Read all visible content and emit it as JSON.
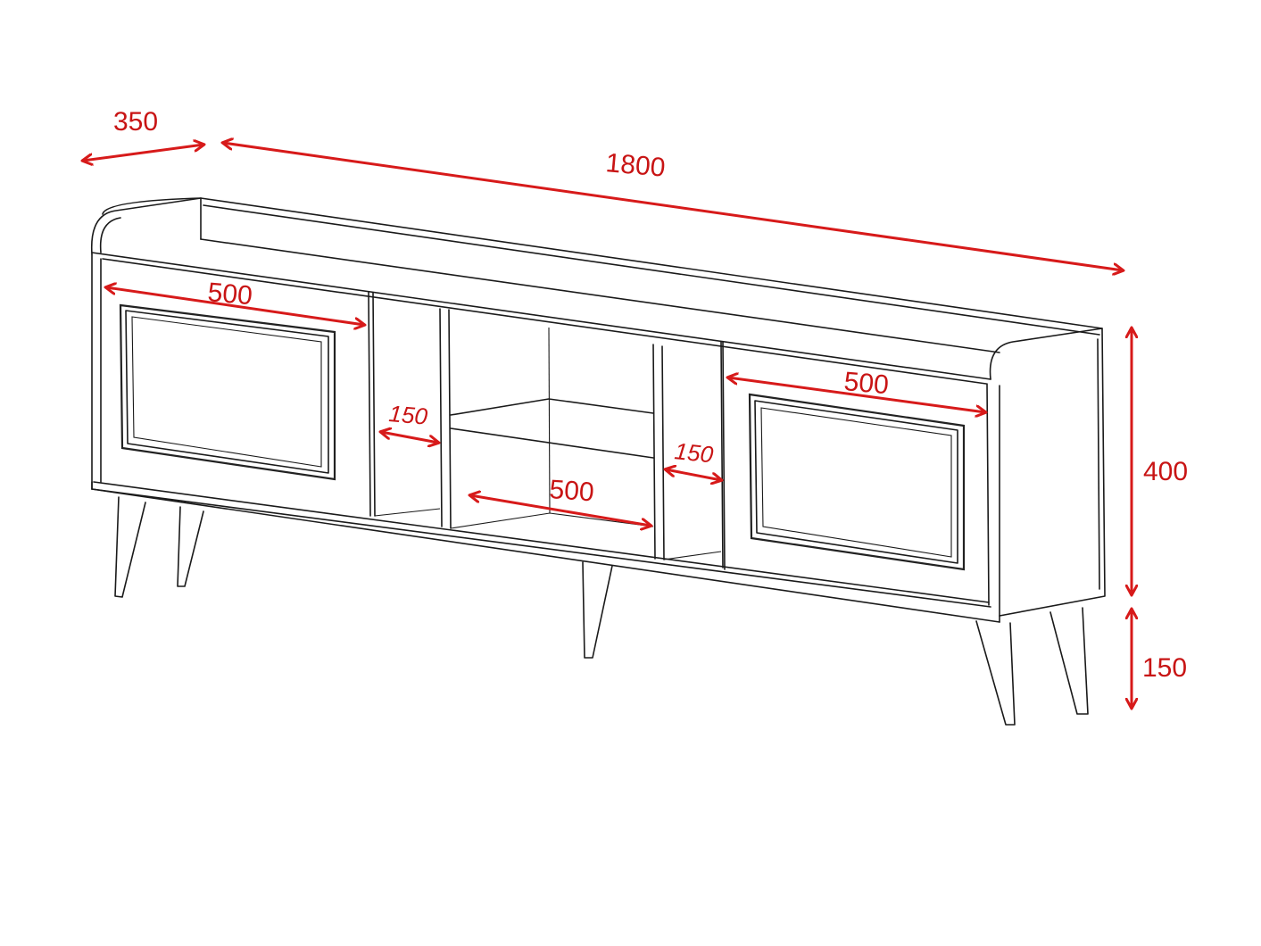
{
  "diagram": {
    "subject": "TV stand / sideboard dimension drawing",
    "unit": "mm",
    "colors": {
      "line": "#1a1a1a",
      "dimension": "#d71a1a",
      "background": "#ffffff"
    },
    "dimensions": {
      "depth": {
        "label": "350"
      },
      "total_width": {
        "label": "1800"
      },
      "left_door_width": {
        "label": "500"
      },
      "right_door_width": {
        "label": "500"
      },
      "left_open_compartment": {
        "label": "150"
      },
      "right_open_compartment": {
        "label": "150"
      },
      "center_shelf_width": {
        "label": "500"
      },
      "body_height": {
        "label": "400"
      },
      "leg_height": {
        "label": "150"
      }
    }
  }
}
